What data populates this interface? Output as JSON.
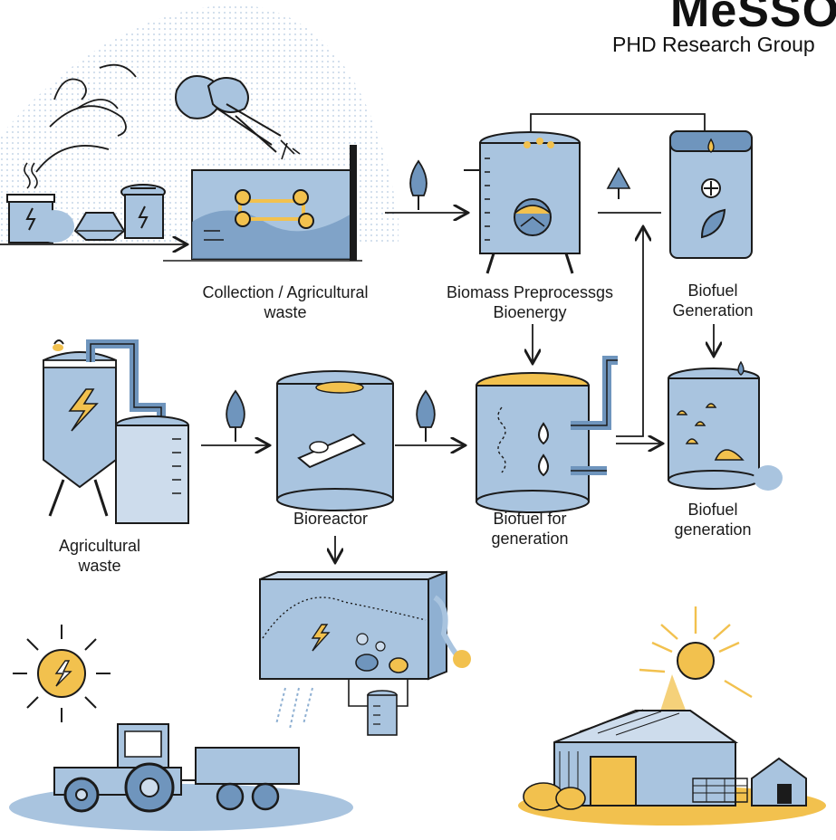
{
  "brand": {
    "title": "MeSSO",
    "subtitle": "PHD Research Group"
  },
  "labels": {
    "collection_line1": "Collection / Agricultural",
    "collection_line2": "waste",
    "preprocess_line1": "Biomass Preprocessgs",
    "preprocess_line2": "Bioenergy",
    "biofuel_top_line1": "Biofuel",
    "biofuel_top_line2": "Generation",
    "agri_line1": "Agricultural",
    "agri_line2": "waste",
    "bioreactor": "Bioreactor",
    "biofuel_for_line1": "Biofuel for",
    "biofuel_for_line2": "generation",
    "biofuel_gen_line1": "Biofuel",
    "biofuel_gen_line2": "generation"
  },
  "colors": {
    "blue_fill": "#a9c4df",
    "blue_dark": "#6f95bd",
    "accent_yellow": "#f2c14e",
    "stroke": "#1b1b1b"
  }
}
